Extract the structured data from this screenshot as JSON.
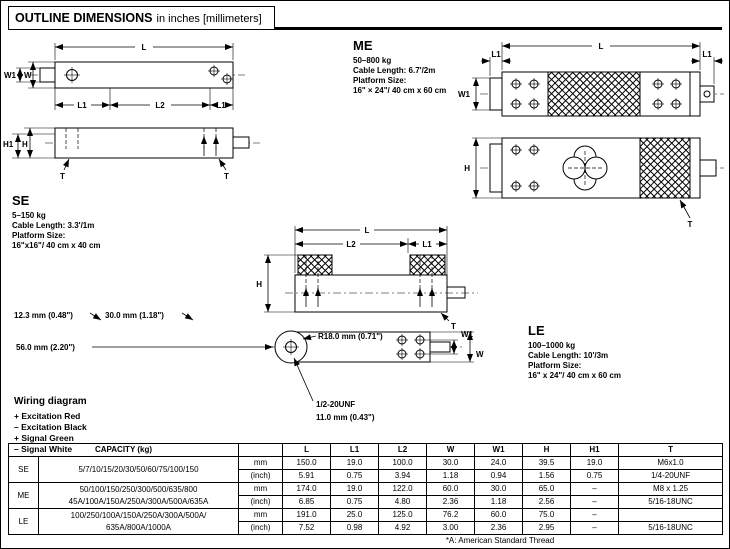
{
  "header": {
    "title": "OUTLINE DIMENSIONS",
    "subtitle": "in inches [millimeters]"
  },
  "sections": {
    "me": {
      "name": "ME",
      "range": "50–800 kg",
      "cable": "Cable Length: 6.7'/2m",
      "platform_label": "Platform Size:",
      "platform": "16\" × 24\"/ 40 cm x 60 cm"
    },
    "se": {
      "name": "SE",
      "range": "5–150 kg",
      "cable": "Cable Length: 3.3'/1m",
      "platform_label": "Platform Size:",
      "platform": "16\"x16\"/ 40 cm x 40 cm"
    },
    "le": {
      "name": "LE",
      "range": "100–1000 kg",
      "cable": "Cable Length: 10'/3m",
      "platform_label": "Platform Size:",
      "platform": "16\" x 24\"/ 40 cm x 60 cm"
    }
  },
  "wiring": {
    "title": "Wiring diagram",
    "lines": [
      "+ Excitation Red",
      "– Excitation Black",
      "+ Signal Green",
      "– Signal White"
    ]
  },
  "dims": {
    "L": "L",
    "L1": "L1",
    "L2": "L2",
    "W": "W",
    "W1": "W1",
    "H": "H",
    "H1": "H1",
    "T": "T"
  },
  "callouts": {
    "c123": "12.3 mm (0.48\")",
    "c300": "30.0 mm (1.18\")",
    "c560": "56.0 mm (2.20\")",
    "r180": "R18.0 mm (0.71\")",
    "unf": "1/2-20UNF",
    "c110": "11.0 mm (0.43\")"
  },
  "table": {
    "col_headers": {
      "capacity": "CAPACITY (kg)",
      "unit": "",
      "L": "L",
      "L1": "L1",
      "L2": "L2",
      "W": "W",
      "W1": "W1",
      "H": "H",
      "H1": "H1",
      "T": "T"
    },
    "unit_mm": "mm",
    "unit_inch": "(inch)",
    "rows": [
      {
        "model": "SE",
        "capacity1": "5/7/10/15/20/30/50/60/75/100/150",
        "capacity2": "",
        "mm": [
          "150.0",
          "19.0",
          "100.0",
          "30.0",
          "24.0",
          "39.5",
          "19.0",
          "M6x1.0"
        ],
        "inch": [
          "5.91",
          "0.75",
          "3.94",
          "1.18",
          "0.94",
          "1.56",
          "0.75",
          "1/4-20UNF"
        ]
      },
      {
        "model": "ME",
        "capacity1": "50/100/150/250/300/500/635/800",
        "capacity2": "45A/100A/150A/250A/300A/500A/635A",
        "mm": [
          "174.0",
          "19.0",
          "122.0",
          "60.0",
          "30.0",
          "65.0",
          "–",
          "M8 x 1.25"
        ],
        "inch": [
          "6.85",
          "0.75",
          "4.80",
          "2.36",
          "1.18",
          "2.56",
          "–",
          "5/16-18UNC"
        ]
      },
      {
        "model": "LE",
        "capacity1": "100/250/100A/150A/250A/300A/500A/",
        "capacity2": "635A/800A/1000A",
        "mm": [
          "191.0",
          "25.0",
          "125.0",
          "76.2",
          "60.0",
          "75.0",
          "–",
          ""
        ],
        "inch": [
          "7.52",
          "0.98",
          "4.92",
          "3.00",
          "2.36",
          "2.95",
          "–",
          "5/16-18UNC"
        ]
      }
    ],
    "footnote": "*A: American Standard Thread"
  }
}
